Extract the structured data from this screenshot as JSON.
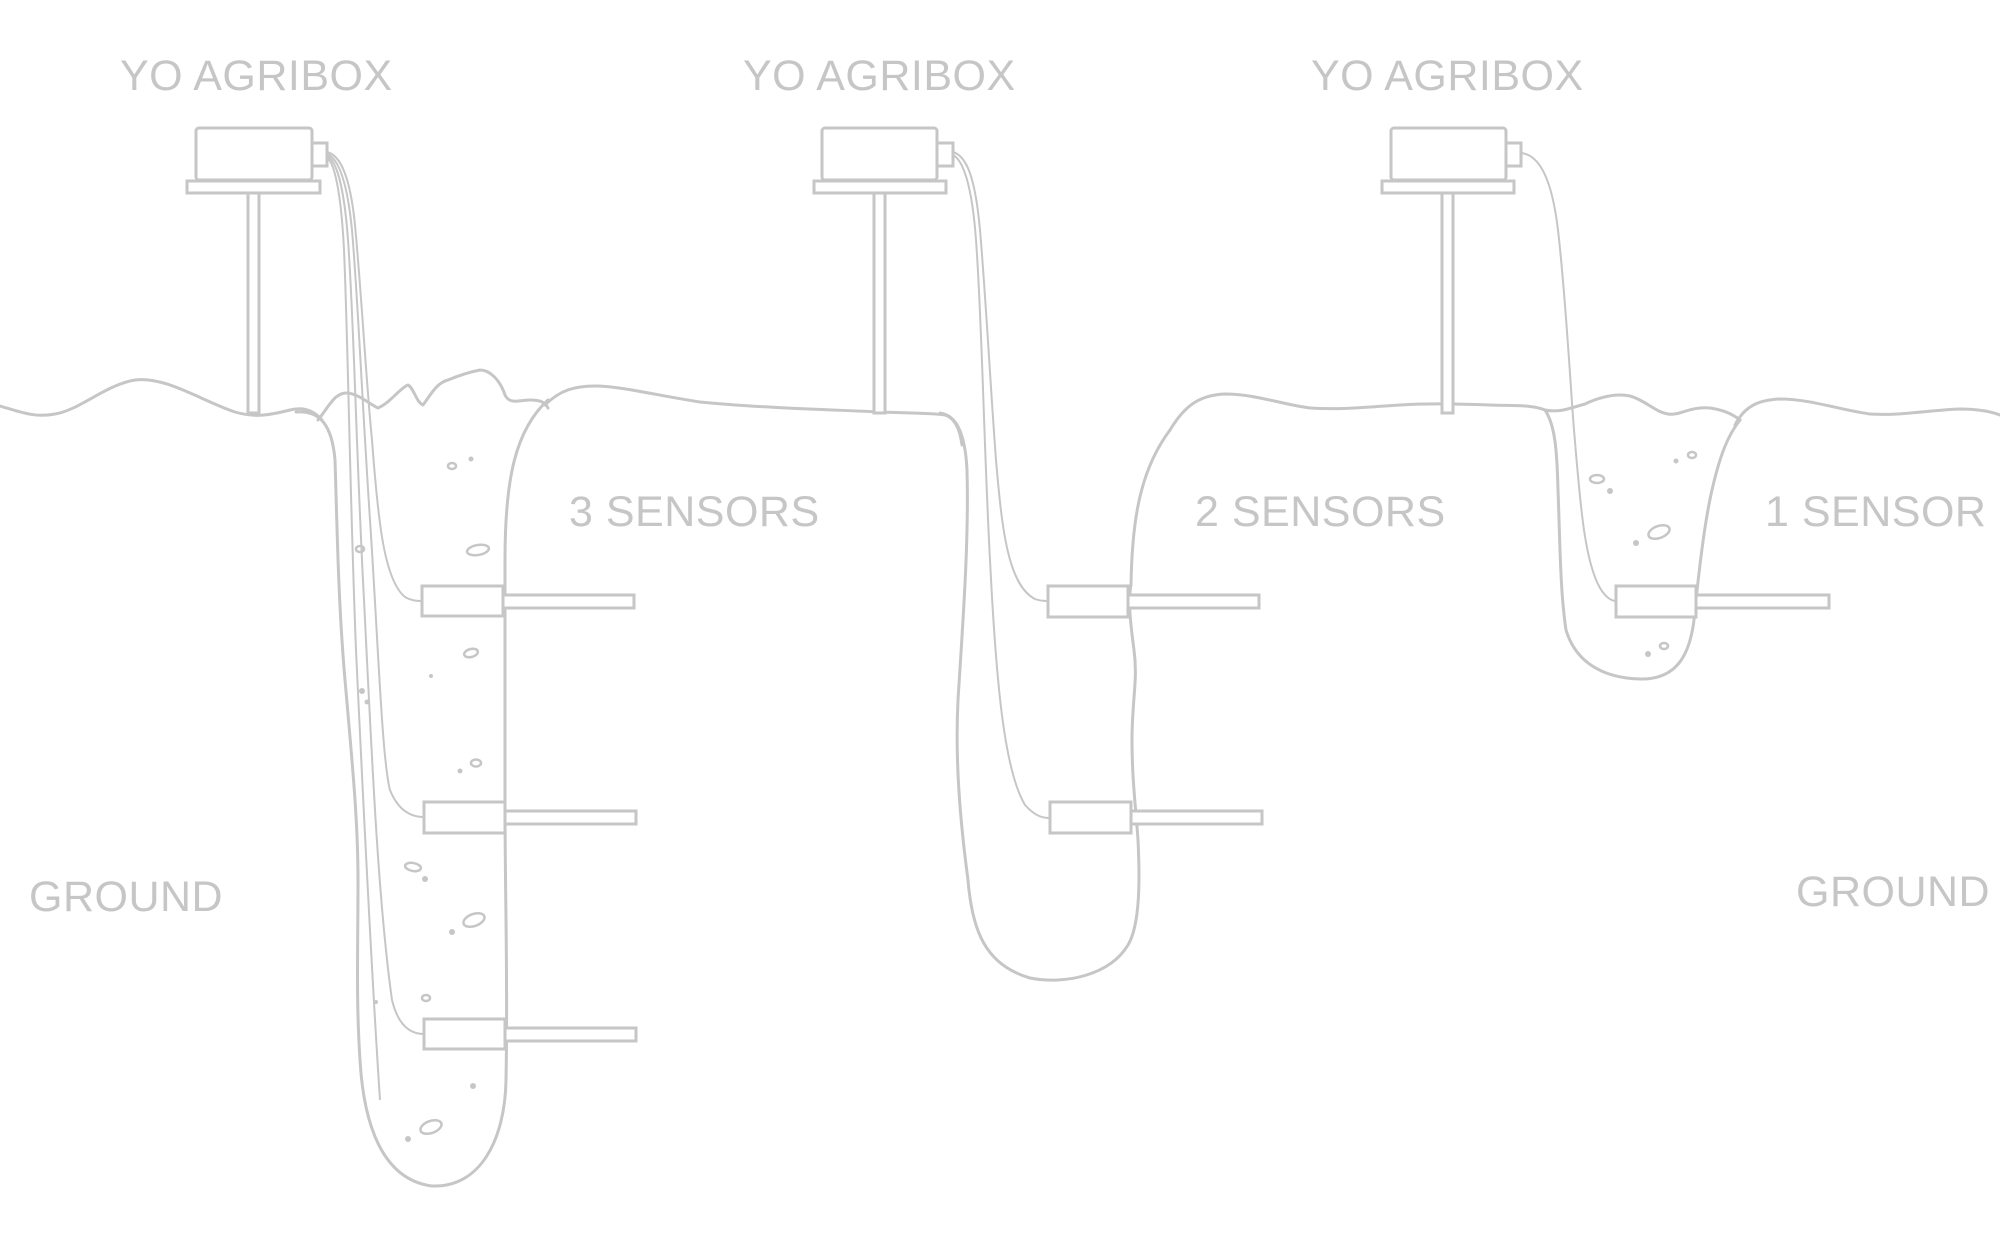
{
  "diagram": {
    "line_color": "#c6c6c6",
    "background": "#ffffff",
    "stations": [
      {
        "device_label": "YO AGRIBOX",
        "sensor_label": "3 SENSORS",
        "sensor_count": 3
      },
      {
        "device_label": "YO AGRIBOX",
        "sensor_label": "2 SENSORS",
        "sensor_count": 2
      },
      {
        "device_label": "YO AGRIBOX",
        "sensor_label": "1 SENSOR",
        "sensor_count": 1
      }
    ],
    "ground_labels": [
      "GROUND",
      "GROUND"
    ]
  }
}
